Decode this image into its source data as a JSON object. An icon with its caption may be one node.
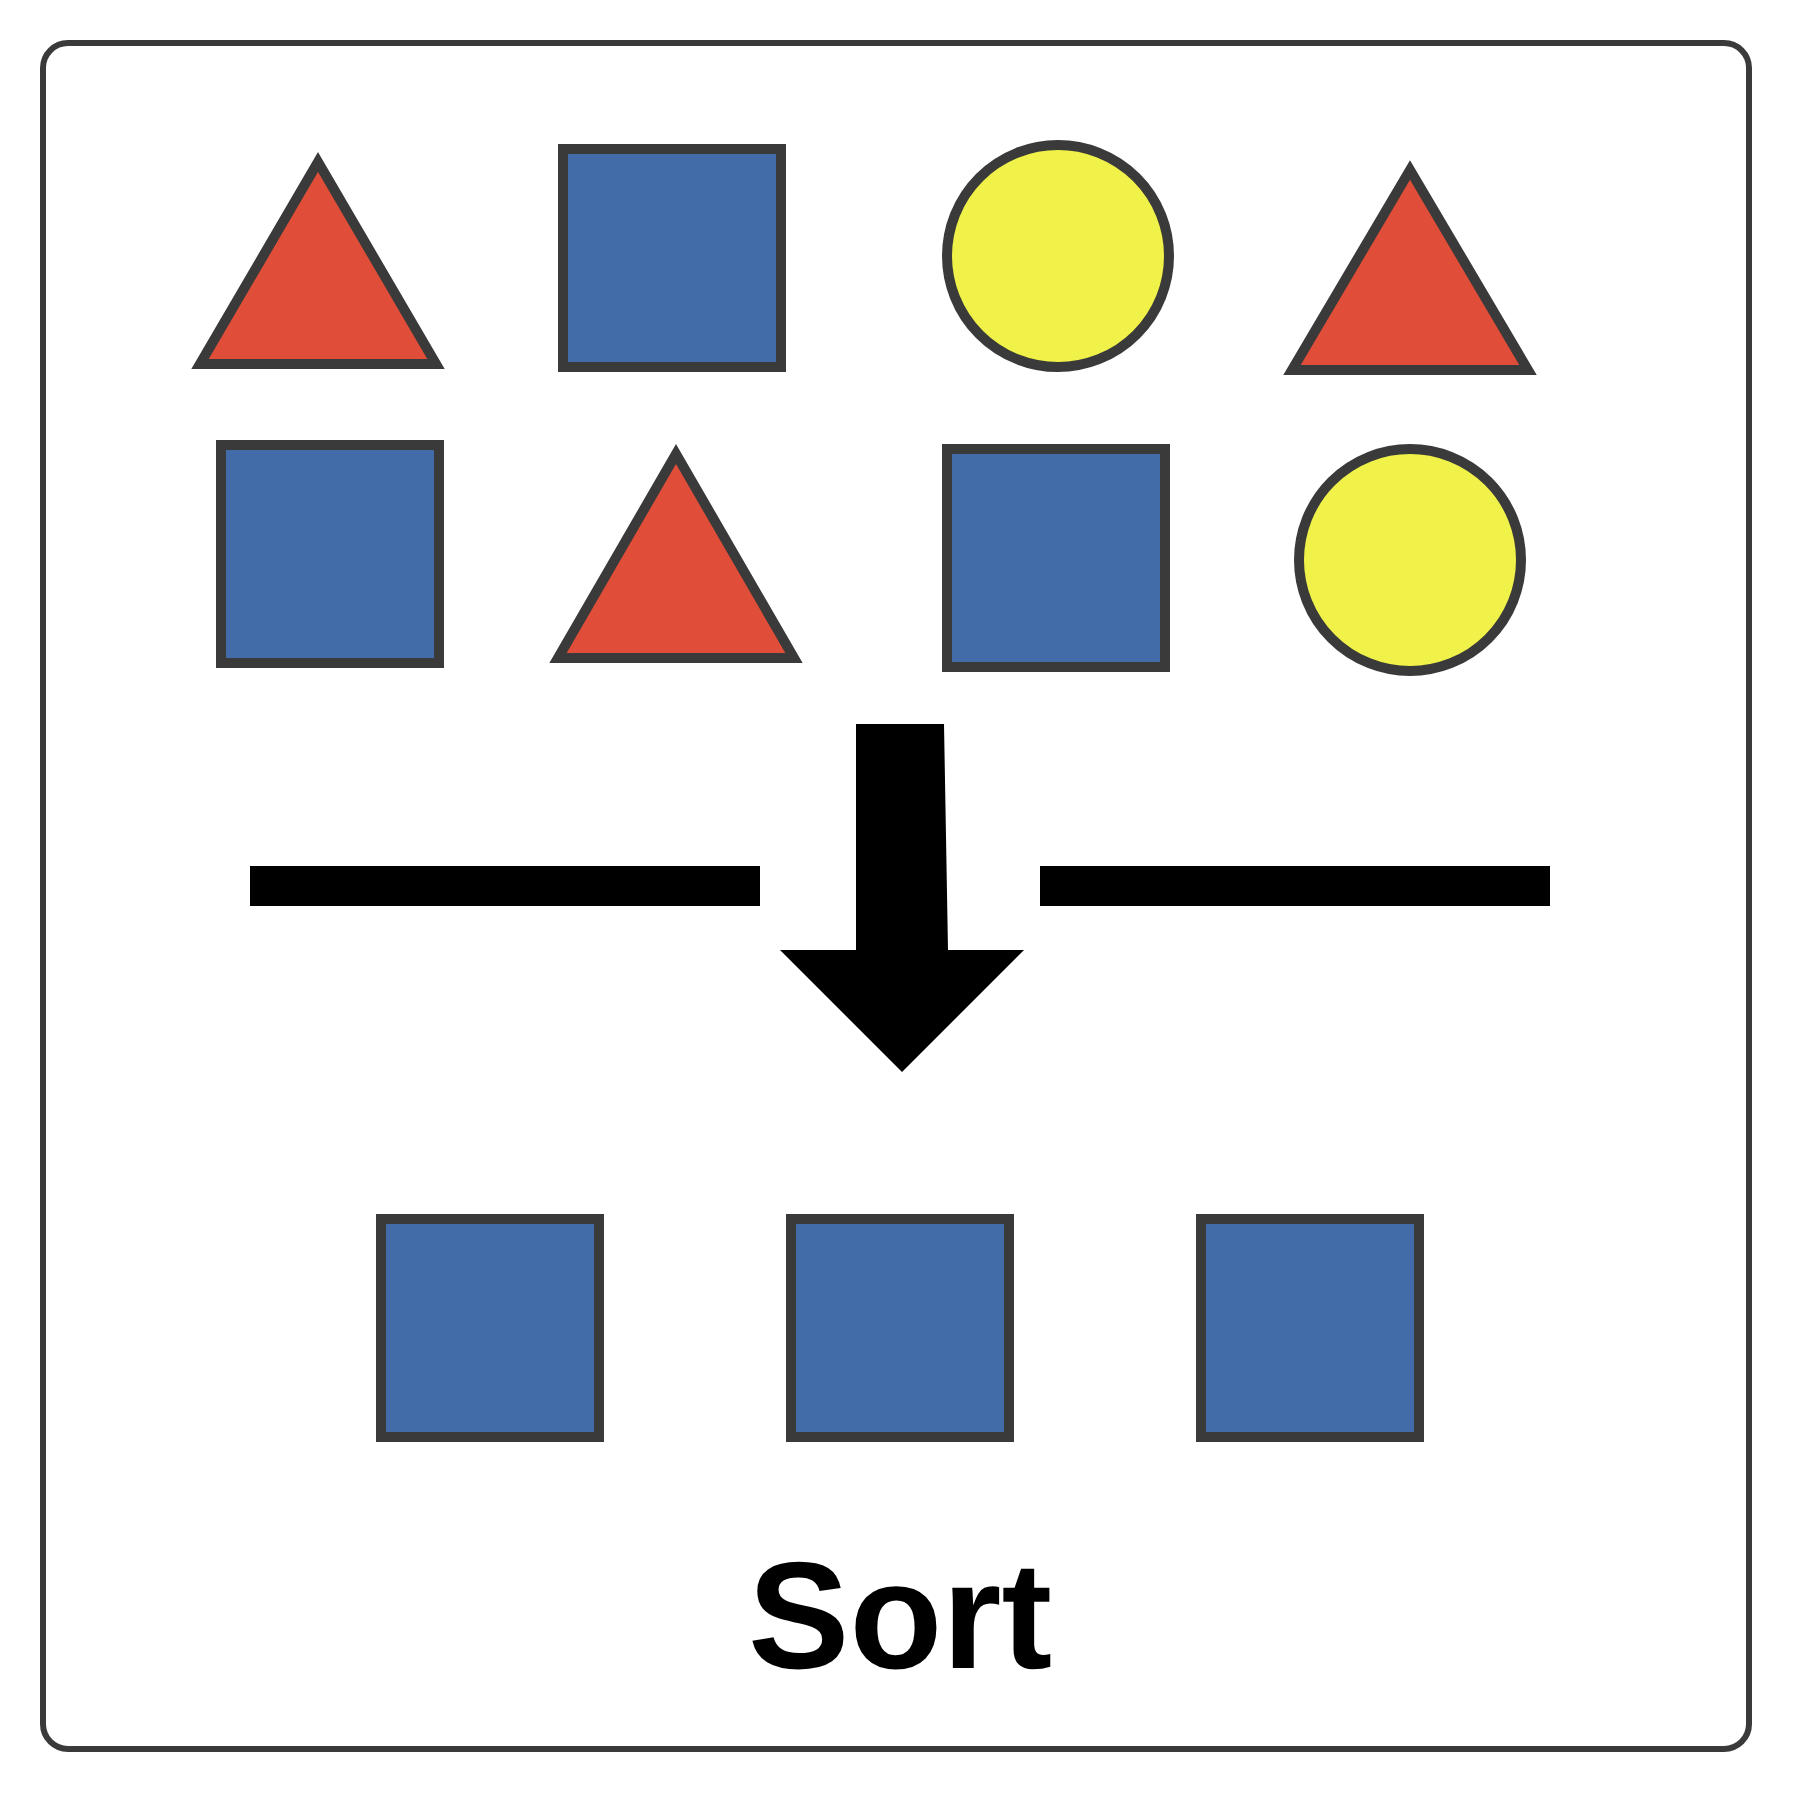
{
  "diagram": {
    "caption": "Sort",
    "nodes": [
      {
        "text": [],
        "shape": "triangle"
      },
      {
        "text": [],
        "shape": "box"
      },
      {
        "text": [],
        "shape": "circle"
      },
      {
        "text": [],
        "shape": "triangle"
      },
      {
        "text": [],
        "shape": "box"
      },
      {
        "text": [],
        "shape": "triangle"
      },
      {
        "text": [],
        "shape": "box"
      },
      {
        "text": [],
        "shape": "circle"
      },
      {
        "text": [],
        "shape": "box"
      },
      {
        "text": [],
        "shape": "box"
      },
      {
        "text": [],
        "shape": "box"
      }
    ]
  }
}
